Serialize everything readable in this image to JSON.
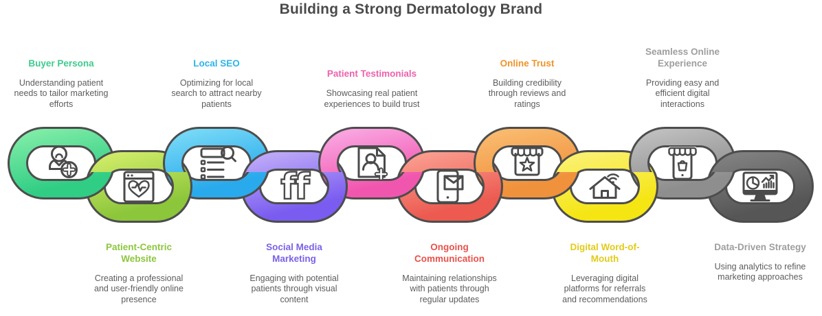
{
  "title": "Building a Strong Dermatology Brand",
  "colors": {
    "chain_outline": "#4d4d4d",
    "icon_stroke": "#4a4a4a",
    "title_text": "#4a4a4a",
    "description_text": "#5c5c5c"
  },
  "items": [
    {
      "label": "Buyer Persona",
      "description": "Understanding patient\nneeds to tailor marketing\nefforts",
      "label_color": "#3ecb8e",
      "grad_from": "#7deba6",
      "grad_to": "#30cd84",
      "position": "top",
      "icon": "user-plus"
    },
    {
      "label": "Patient-Centric\nWebsite",
      "description": "Creating a professional\nand user-friendly online\npresence",
      "label_color": "#8cc63e",
      "grad_from": "#cdea67",
      "grad_to": "#8cc63a",
      "position": "bottom",
      "icon": "website-heart"
    },
    {
      "label": "Local SEO",
      "description": "Optimizing for local\nsearch to attract nearby\npatients",
      "label_color": "#2cb4eb",
      "grad_from": "#74d7f6",
      "grad_to": "#29aaec",
      "position": "top",
      "icon": "seo-search-list"
    },
    {
      "label": "Social Media\nMarketing",
      "description": "Engaging with potential\npatients through visual\ncontent",
      "label_color": "#7b61e8",
      "grad_from": "#bba7f8",
      "grad_to": "#7a5cf0",
      "position": "bottom",
      "icon": "social-ff",
      "icon_text": "ff"
    },
    {
      "label": "Patient Testimonials",
      "description": "Showcasing real patient\nexperiences to build trust",
      "label_color": "#ee61ad",
      "grad_from": "#f9a3e0",
      "grad_to": "#f156ae",
      "position": "top",
      "icon": "patient-card-plus"
    },
    {
      "label": "Ongoing\nCommunication",
      "description": "Maintaining relationships\nwith patients through\nregular updates",
      "label_color": "#e8524a",
      "grad_from": "#f99a8d",
      "grad_to": "#ec5a50",
      "position": "bottom",
      "icon": "phone-mail"
    },
    {
      "label": "Online Trust",
      "description": "Building credibility\nthrough reviews and\nratings",
      "label_color": "#ef9329",
      "grad_from": "#f9b96d",
      "grad_to": "#f0913c",
      "position": "top",
      "icon": "storefront-star"
    },
    {
      "label": "Digital Word-of-\nMouth",
      "description": "Leveraging digital\nplatforms for referrals\nand recommendations",
      "label_color": "#e2cb18",
      "grad_from": "#faf06e",
      "grad_to": "#f5e513",
      "position": "bottom",
      "icon": "home-wifi"
    },
    {
      "label": "Seamless Online\nExperience",
      "description": "Providing easy and\nefficient digital\ninteractions",
      "label_color": "#9e9e9e",
      "grad_from": "#bdbdbd",
      "grad_to": "#8e8e8e",
      "position": "top",
      "icon": "mobile-store"
    },
    {
      "label": "Data-Driven Strategy",
      "description": "Using analytics to refine\nmarketing approaches",
      "label_color": "#9e9e9e",
      "grad_from": "#7f7f7f",
      "grad_to": "#565656",
      "position": "bottom",
      "icon": "analytics-monitor"
    }
  ]
}
